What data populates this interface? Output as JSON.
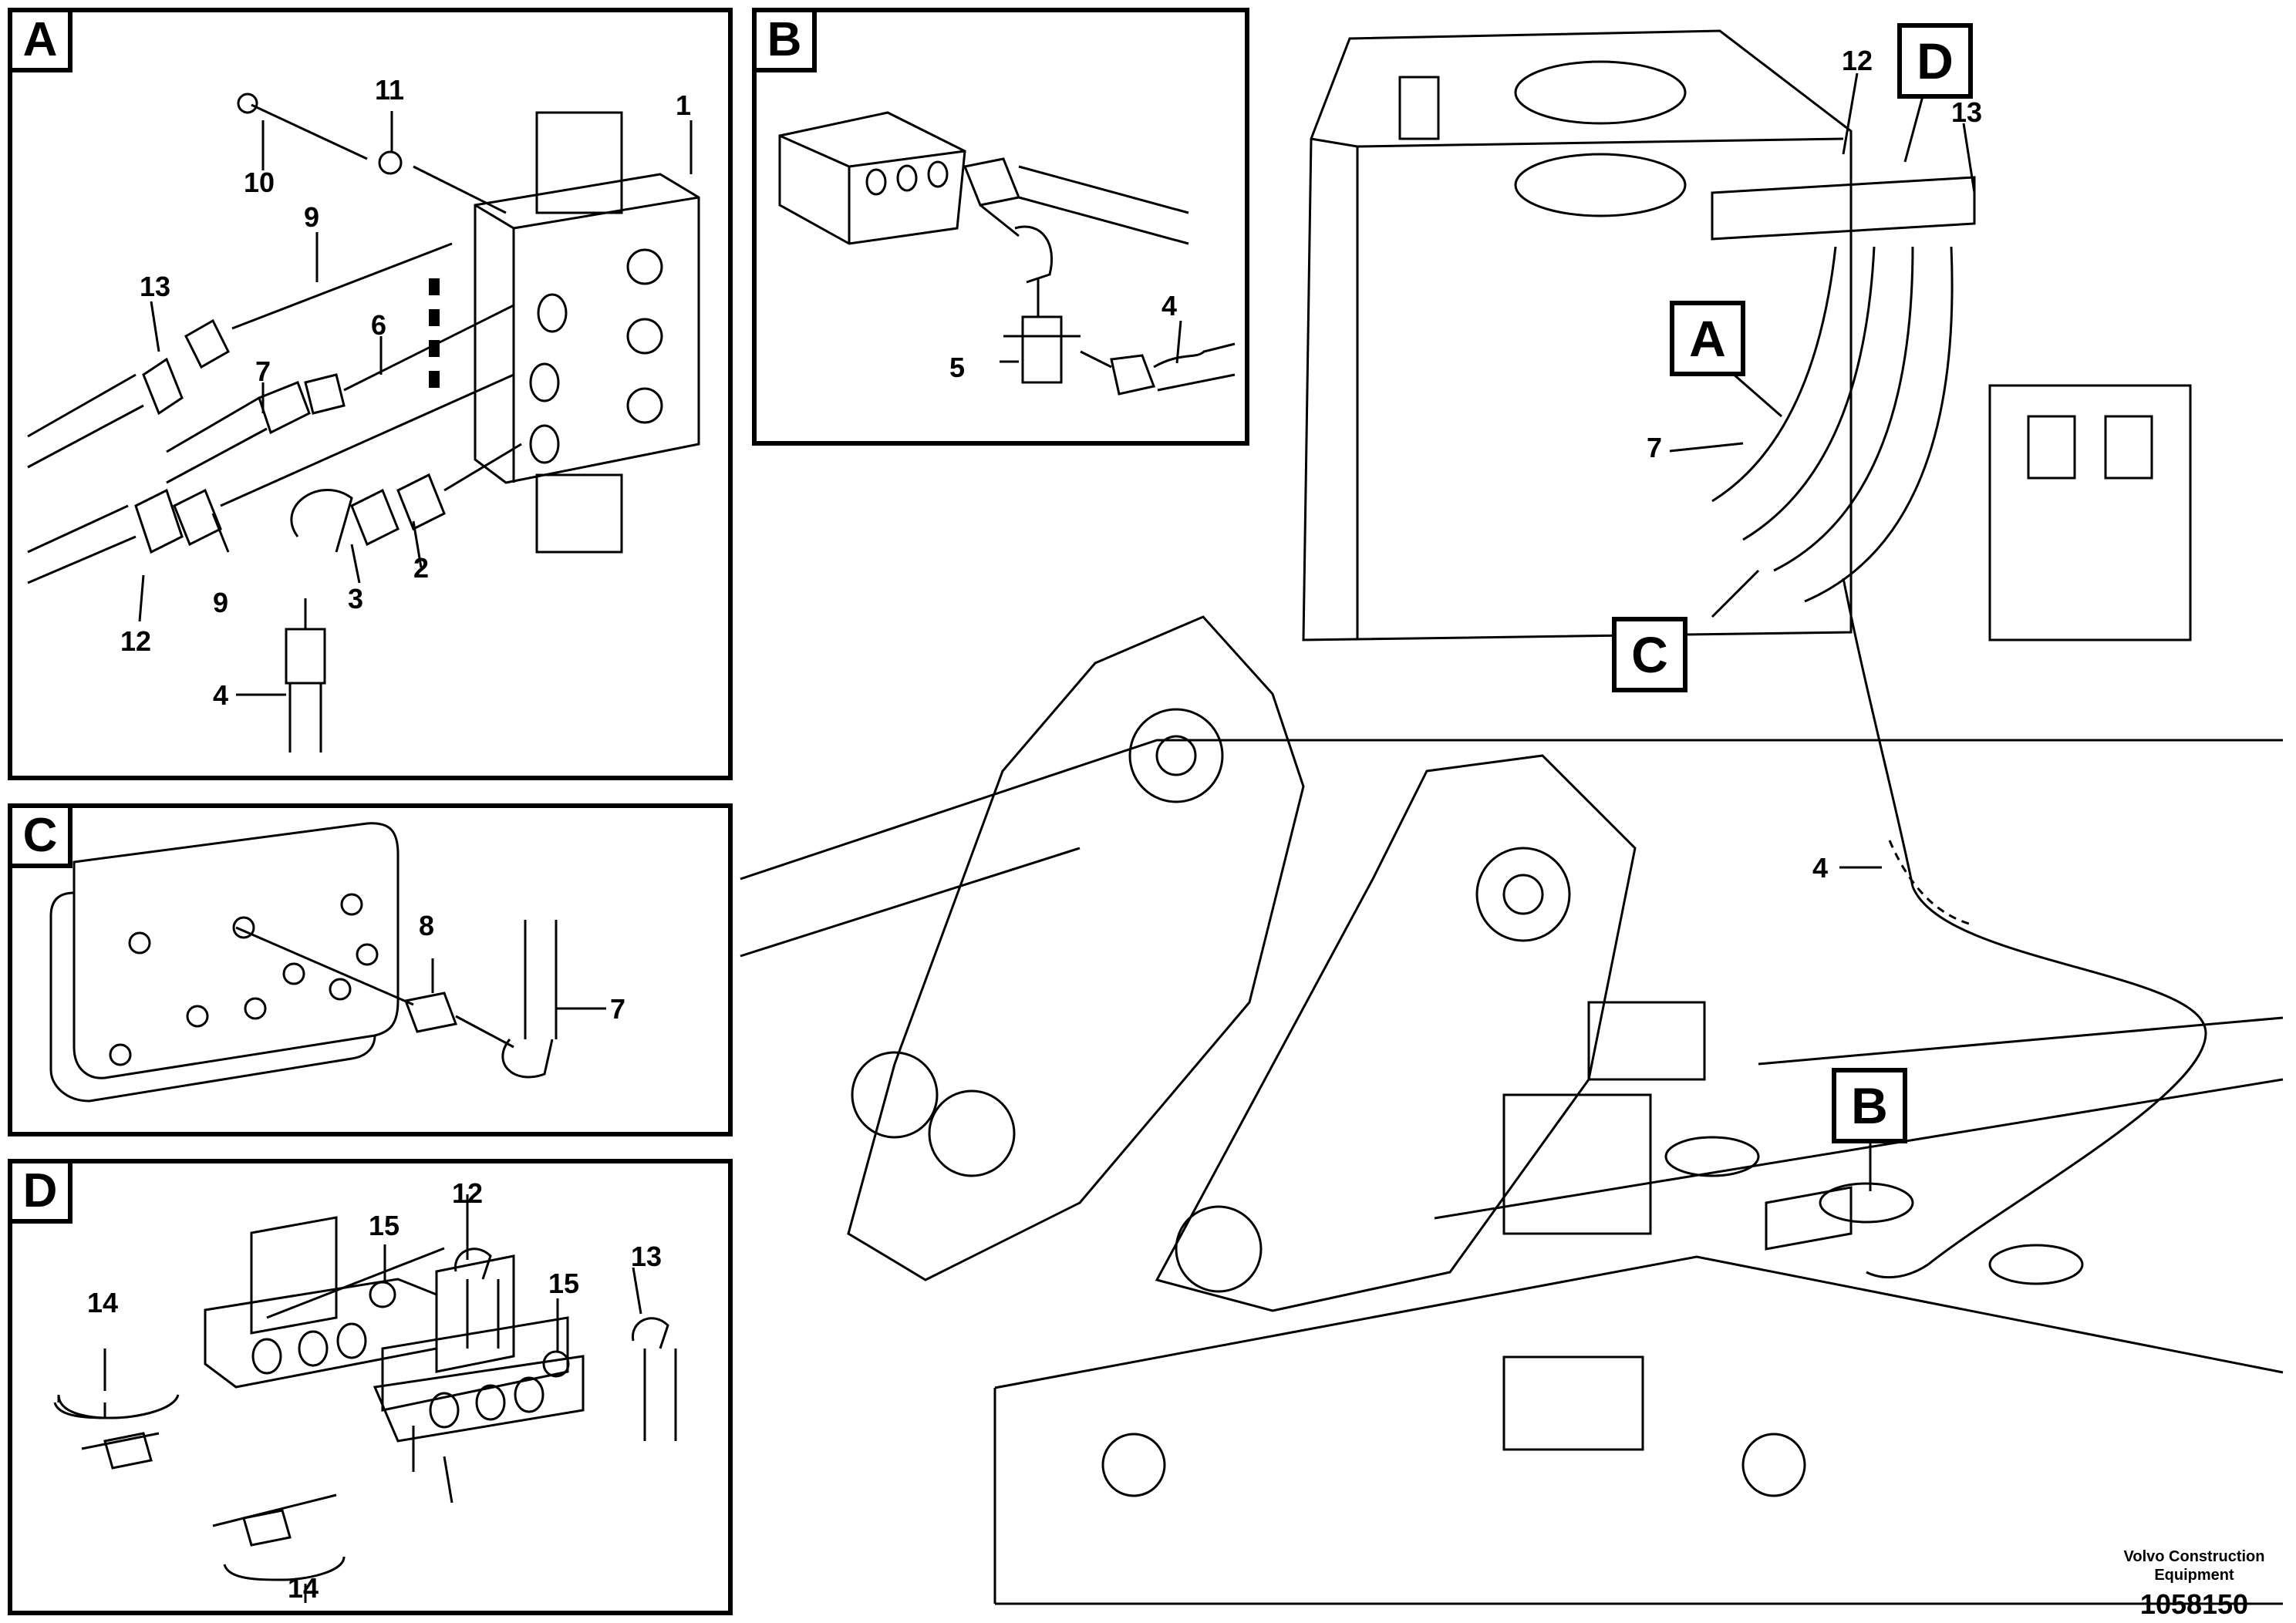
{
  "panels": {
    "a": {
      "letter": "A",
      "parts": [
        "1",
        "11",
        "10",
        "9",
        "13",
        "6",
        "7",
        "2",
        "3",
        "9",
        "12",
        "4"
      ]
    },
    "b": {
      "letter": "B",
      "parts": [
        "4",
        "5"
      ]
    },
    "c": {
      "letter": "C",
      "parts": [
        "8",
        "7"
      ]
    },
    "d": {
      "letter": "D",
      "parts": [
        "12",
        "15",
        "13",
        "15",
        "14",
        "14"
      ]
    }
  },
  "overview": {
    "callouts": [
      "A",
      "B",
      "C",
      "D"
    ],
    "parts": [
      "12",
      "13",
      "7",
      "4"
    ]
  },
  "footer": {
    "company_line1": "Volvo Construction",
    "company_line2": "Equipment",
    "drawing_number": "1058150"
  }
}
